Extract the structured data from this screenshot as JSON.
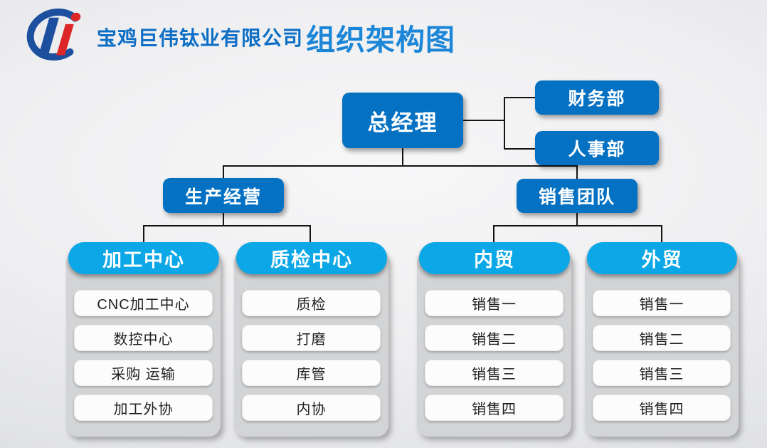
{
  "header": {
    "company": "宝鸡巨伟钛业有限公司",
    "title": "组织架构图",
    "logo": {
      "name": "juwei-titanium-logo",
      "blue": "#1c4f9e",
      "red": "#dd2726"
    }
  },
  "colors": {
    "node_blue": "#0571c3",
    "group_header_cyan": "#0ba7e6",
    "group_container_gray": "#d3d4d6",
    "item_white": "#fcfcfd",
    "connector_black": "#151515",
    "company_text_blue": "#0d6ec6",
    "title_text_blue": "#1b86d8"
  },
  "nodes": {
    "root": "总经理",
    "finance": "财务部",
    "hr": "人事部",
    "production": "生产经营",
    "sales": "销售团队"
  },
  "columns": [
    {
      "header": "加工中心",
      "items": [
        "CNC加工中心",
        "数控中心",
        "采购 运输",
        "加工外协"
      ]
    },
    {
      "header": "质检中心",
      "items": [
        "质检",
        "打磨",
        "库管",
        "内协"
      ]
    },
    {
      "header": "内贸",
      "items": [
        "销售一",
        "销售二",
        "销售三",
        "销售四"
      ]
    },
    {
      "header": "外贸",
      "items": [
        "销售一",
        "销售二",
        "销售三",
        "销售四"
      ]
    }
  ]
}
